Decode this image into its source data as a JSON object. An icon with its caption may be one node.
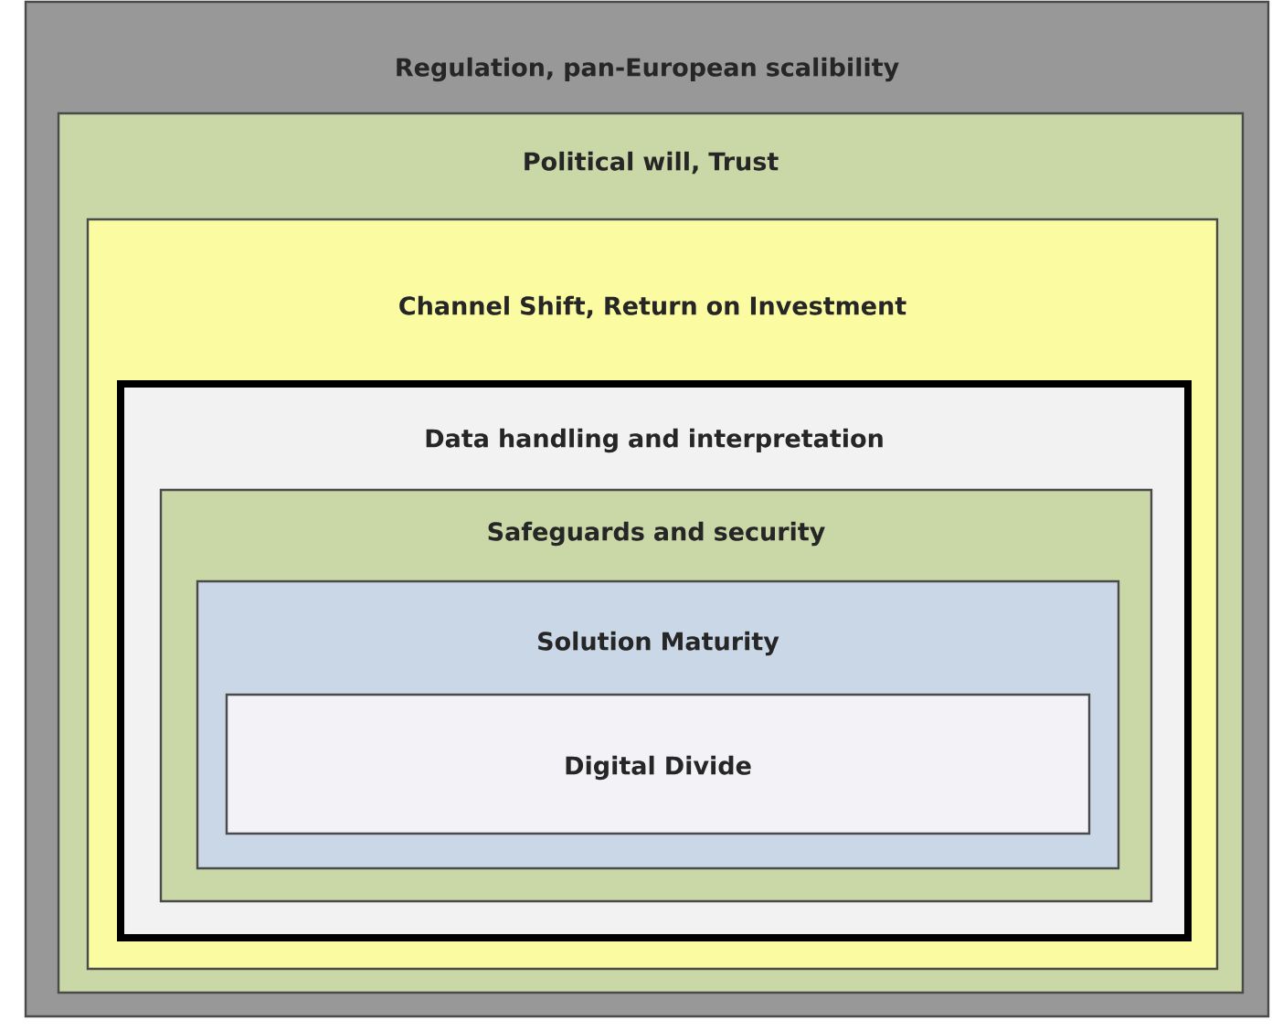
{
  "diagram": {
    "nodes": [
      {
        "text": [
          "Regulation, pan-European scalibility"
        ]
      },
      {
        "text": [
          "Political will, Trust"
        ],
        "in": 0
      },
      {
        "text": [
          "Channel Shift, Return on Investment"
        ],
        "in": 1
      },
      {
        "text": [
          "Data handling and interpretation"
        ],
        "in": 2
      },
      {
        "text": [
          "Safeguards and security"
        ],
        "in": 3
      },
      {
        "text": [
          "Solution Maturity"
        ],
        "in": 4
      },
      {
        "text": [
          "Digital Divide"
        ],
        "in": 5
      }
    ]
  }
}
